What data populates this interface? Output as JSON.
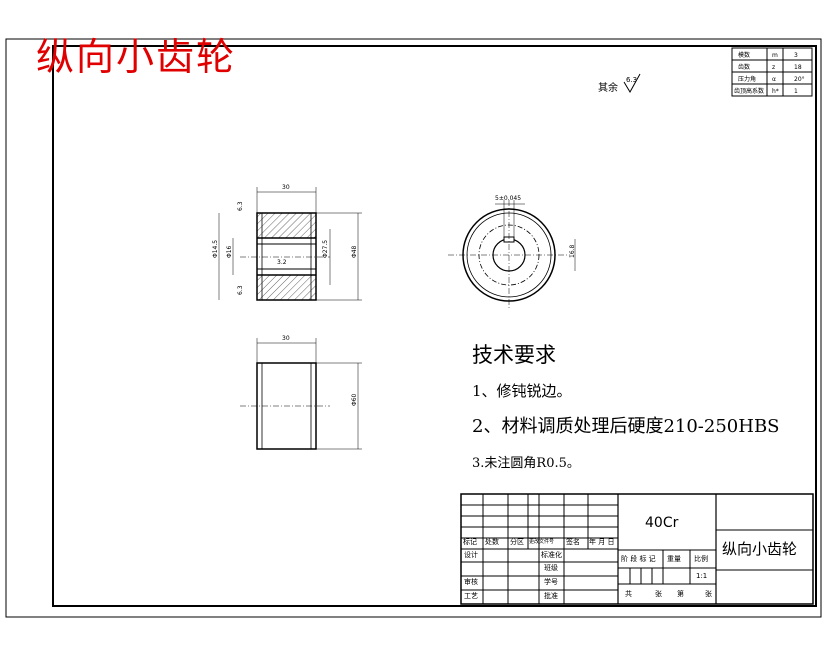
{
  "drawing_title": "纵向小齿轮",
  "surface_note": {
    "label": "其余",
    "value": "6.3"
  },
  "gear_params": [
    {
      "name": "模数",
      "symbol": "m",
      "value": "3"
    },
    {
      "name": "齿数",
      "symbol": "z",
      "value": "18"
    },
    {
      "name": "压力角",
      "symbol": "α",
      "value": "20°"
    },
    {
      "name": "齿顶高系数",
      "symbol": "h*",
      "value": "1"
    }
  ],
  "dimensions": {
    "front_width": "30",
    "keyway_width": "5±0.045",
    "keyway_depth": "16.8",
    "bore_dia": "Φ14.5",
    "bore_dia2": "Φ16",
    "inner_dia": "Φ27.5",
    "outer_dia": "Φ48",
    "roughness_a": "6.3",
    "roughness_b": "3.2",
    "roughness_c": "6.3",
    "lower_width": "30",
    "lower_dia": "Φ60"
  },
  "technical_requirements": {
    "title": "技术要求",
    "items": [
      "1、修钝锐边。",
      "2、材料调质处理后硬度210-250HBS",
      "3.未注圆角R0.5。"
    ]
  },
  "title_block": {
    "material": "40Cr",
    "part_name": "纵向小齿轮",
    "headers": [
      "标记",
      "处数",
      "分区",
      "更改文件号",
      "签名",
      "年 月 日"
    ],
    "rows": [
      "设计",
      "",
      "审核",
      "工艺"
    ],
    "mid_labels": [
      "标准化",
      "班级",
      "学号",
      "批准"
    ],
    "stage_labels": [
      "阶 段 标 记",
      "重量",
      "比例"
    ],
    "scale": "1:1",
    "sheet_labels": [
      "共",
      "张",
      "第",
      "张"
    ]
  }
}
